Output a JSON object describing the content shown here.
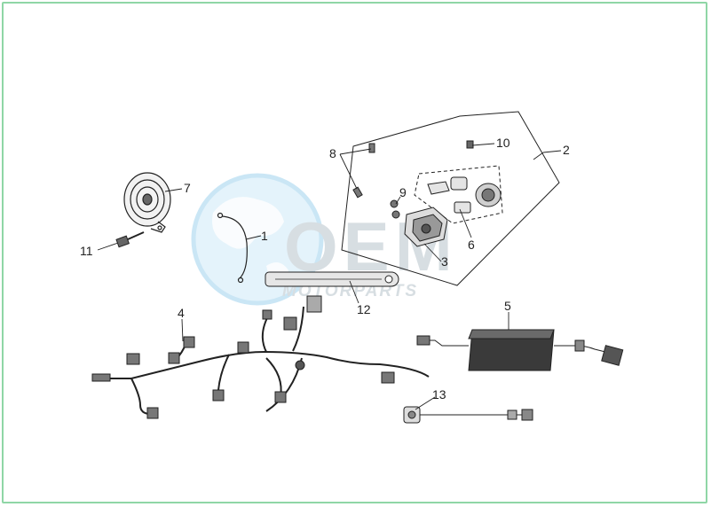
{
  "diagram": {
    "callouts": {
      "c1": "1",
      "c2": "2",
      "c3": "3",
      "c4": "4",
      "c5": "5",
      "c6": "6",
      "c7": "7",
      "c8": "8",
      "c9": "9",
      "c10": "10",
      "c11": "11",
      "c12": "12",
      "c13": "13"
    },
    "colors": {
      "border": "#8fd6a6",
      "line": "#222222",
      "watermark": "#9fd3ee"
    }
  },
  "watermark": {
    "brand": "OEM",
    "sub": "MOTORPARTS"
  }
}
